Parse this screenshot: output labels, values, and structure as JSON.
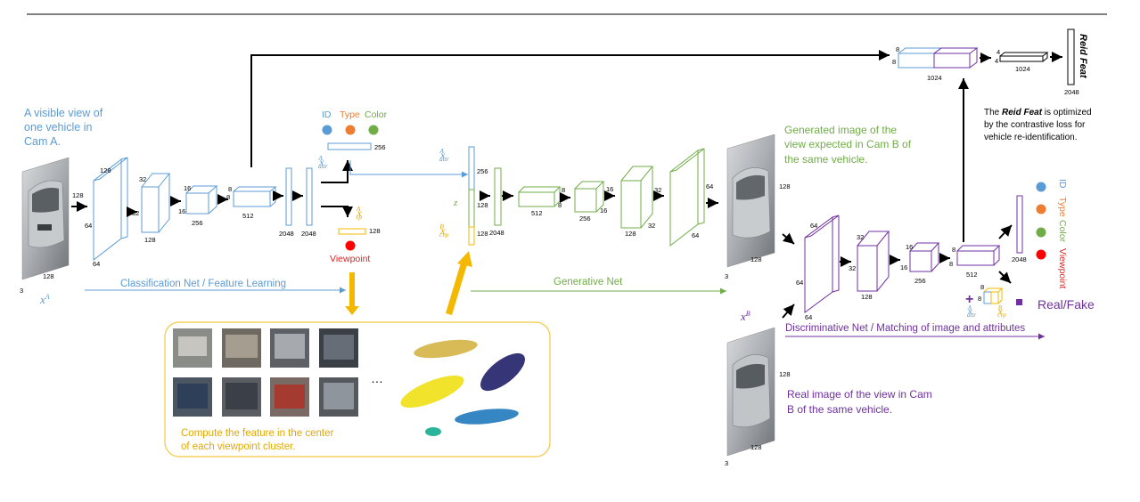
{
  "colors": {
    "blue": "#5b9bd5",
    "green": "#70ad47",
    "purple": "#7030a0",
    "orange": "#ed7d31",
    "gold": "#f5b800",
    "red": "#ff0000",
    "black": "#000000"
  },
  "input": {
    "caption_lines": [
      "A visible view of",
      "one vehicle in",
      "Cam A."
    ],
    "var": "x",
    "var_sup": "A",
    "dim_w": "128",
    "dim_h": "128",
    "dim_c": "3"
  },
  "classification": {
    "block_dims": {
      "b1": [
        "128",
        "64",
        "64"
      ],
      "b2": [
        "32",
        "32",
        "128"
      ],
      "b3": [
        "16",
        "16",
        "256"
      ],
      "b4": [
        "8",
        "8",
        "512"
      ],
      "fc1": "2048",
      "fc2": "2048"
    },
    "attr_label": "x",
    "attr_sup": "A",
    "attr_sub": "attr",
    "attr_dim": "256",
    "vp_label": "x",
    "vp_sup": "A",
    "vp_sub": "vp",
    "vp_dim": "128",
    "legend": [
      {
        "label": "ID",
        "color": "#5b9bd5"
      },
      {
        "label": "Type",
        "color": "#ed7d31"
      },
      {
        "label": "Color",
        "color": "#70ad47"
      }
    ],
    "viewpoint_label": "Viewpoint",
    "arrow_label": "Classification Net  / Feature Learning"
  },
  "cluster": {
    "caption_lines": [
      "Compute the feature in the center",
      "of each viewpoint cluster."
    ],
    "ellipsis": "…"
  },
  "generative": {
    "in_attr": {
      "label": "x",
      "sup": "A",
      "sub": "attr",
      "dim": "256"
    },
    "in_z": {
      "label": "z",
      "dim": "128"
    },
    "in_cvp": {
      "label": "x",
      "sup": "B",
      "sub": "cvp",
      "dim": "128"
    },
    "block_dims": {
      "fc": "2048",
      "b1": [
        "8",
        "8",
        "512"
      ],
      "b2": [
        "16",
        "16",
        "256"
      ],
      "b3": [
        "32",
        "32",
        "128"
      ],
      "b4": [
        "64",
        "64"
      ]
    },
    "arrow_label": "Generative Net",
    "out_caption_lines": [
      "Generated image of the",
      "view expected in Cam B of",
      "the same vehicle."
    ],
    "out_dim_w": "128",
    "out_dim_h": "128",
    "out_dim_c": "3"
  },
  "discriminative": {
    "block_dims": {
      "b1": [
        "64",
        "64",
        "64"
      ],
      "b2": [
        "32",
        "32",
        "128"
      ],
      "b3": [
        "16",
        "16",
        "256"
      ],
      "b4": [
        "8",
        "8",
        "512"
      ],
      "fc": "2048"
    },
    "legend_vertical": [
      {
        "label": "ID",
        "color": "#5b9bd5"
      },
      {
        "label": "Type",
        "color": "#ed7d31"
      },
      {
        "label": "Color",
        "color": "#70ad47"
      },
      {
        "label": "Viewpoint",
        "color": "#ff0000"
      }
    ],
    "concat_plus": "+",
    "concat_dim": "8",
    "concat_attr": {
      "label": "x",
      "sup": "A",
      "sub": "attr"
    },
    "concat_cvp": {
      "label": "x",
      "sup": "B",
      "sub": "cvp"
    },
    "real_fake": "Real/Fake",
    "arrow_label": "Discriminative Net / Matching of image and attributes",
    "input_var": "x",
    "input_sup": "B",
    "real_caption_lines": [
      "Real image of the view in Cam",
      "B of the same vehicle."
    ],
    "real_dim_w": "128",
    "real_dim_h": "128",
    "real_dim_c": "3"
  },
  "reid": {
    "concat_dims": [
      "8",
      "8",
      "1024"
    ],
    "fc_dims": [
      "4",
      "4",
      "1024"
    ],
    "out_label": "Reid Feat",
    "out_dim": "2048",
    "note_prefix": "The ",
    "note_bold": "Reid Feat",
    "note_rest": " is optimized",
    "note_lines": [
      "by the contrastive loss for",
      "vehicle re-identification."
    ]
  }
}
